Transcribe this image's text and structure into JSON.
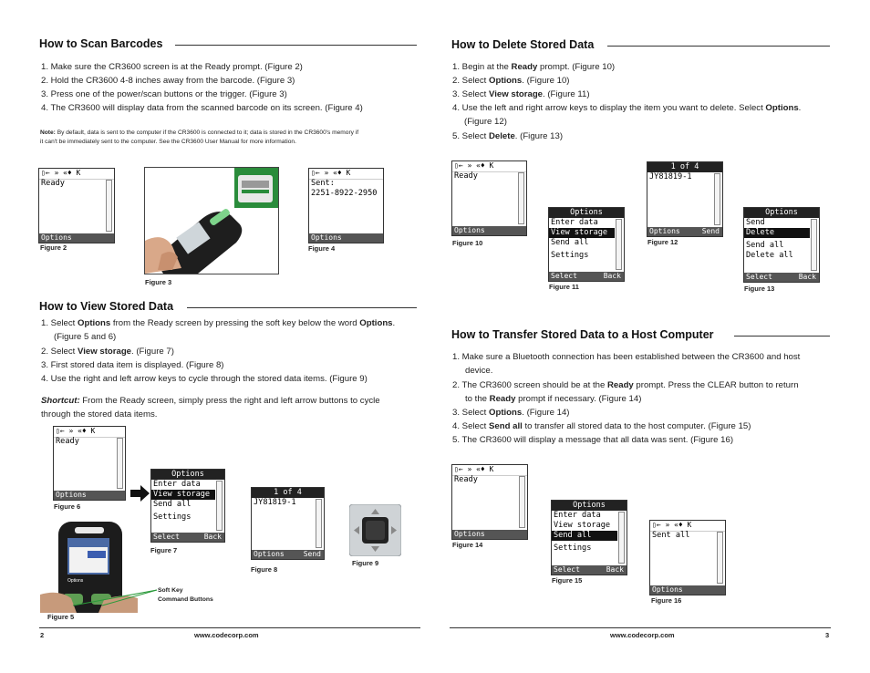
{
  "left": {
    "scan": {
      "title": "How to Scan Barcodes",
      "steps": [
        "1.  Make sure the CR3600 screen is at the Ready prompt. (Figure 2)",
        "2.  Hold the CR3600 4-8 inches away from the barcode. (Figure 3)",
        "3.  Press one of the power/scan buttons or the trigger. (Figure 3)",
        "4.  The CR3600 will display data from the scanned barcode on its screen. (Figure 4)"
      ],
      "note_label": "Note:",
      "note_line1": " By default, data is sent to the computer if the CR3600 is connected to it; data is stored in the CR3600's memory if",
      "note_line2": "it can't be immediately sent to the computer.  See the CR3600 User Manual for more information."
    },
    "view": {
      "title": "How to View Stored Data",
      "step1_a": "1.  Select ",
      "step1_b": "Options",
      "step1_c": " from the Ready screen by pressing the soft key below the word ",
      "step1_d": "Options",
      "step1_e": ".",
      "step1_cont": "(Figure 5 and 6)",
      "step2_a": "2.  Select ",
      "step2_b": "View storage",
      "step2_c": ". (Figure 7)",
      "step3": "3.  First stored data item is displayed. (Figure 8)",
      "step4": "4.  Use the right and left arrow keys to cycle through the stored data items.  (Figure 9)",
      "shortcut_label": "Shortcut:",
      "shortcut_text": "  From the Ready screen, simply press the right and left arrow buttons to cycle",
      "shortcut_cont": "through the stored data items.",
      "softkey_line1": "Soft Key",
      "softkey_line2": "Command Buttons"
    },
    "footer_page": "2",
    "footer_url": "www.codecorp.com"
  },
  "right": {
    "delete": {
      "title": "How to Delete Stored Data",
      "s1_a": "1.  Begin at the ",
      "s1_b": "Ready",
      "s1_c": " prompt. (Figure 10)",
      "s2_a": "2.  Select ",
      "s2_b": "Options",
      "s2_c": ". (Figure 10)",
      "s3_a": "3.  Select ",
      "s3_b": "View storage",
      "s3_c": ". (Figure 11)",
      "s4_a": "4.  Use the left and right arrow keys to display the item you want to delete.  Select ",
      "s4_b": "Options",
      "s4_c": ".",
      "s4_cont": "(Figure 12)",
      "s5_a": "5.  Select ",
      "s5_b": "Delete",
      "s5_c": ". (Figure 13)"
    },
    "transfer": {
      "title": "How to Transfer Stored Data to a Host Computer",
      "s1": "1.  Make sure a Bluetooth connection has been established between the CR3600 and host",
      "s1_cont": "device.",
      "s2_a": "2.  The CR3600 screen should be at the ",
      "s2_b": "Ready",
      "s2_c": " prompt.  Press the CLEAR button to return",
      "s2_cont_a": "to the ",
      "s2_cont_b": "Ready",
      "s2_cont_c": " prompt if necessary. (Figure 14)",
      "s3_a": "3.  Select ",
      "s3_b": "Options",
      "s3_c": ". (Figure 14)",
      "s4_a": "4.  Select ",
      "s4_b": "Send all",
      "s4_c": " to transfer all stored data to the host computer. (Figure 15)",
      "s5": "5.  The CR3600 will display a message that all data was sent. (Figure 16)"
    },
    "footer_page": "3",
    "footer_url": "www.codecorp.com"
  },
  "figures": {
    "f2": "Figure 2",
    "f3": "Figure 3",
    "f4": "Figure 4",
    "f5": "Figure 5",
    "f6": "Figure 6",
    "f7": "Figure 7",
    "f8": "Figure 8",
    "f9": "Figure 9",
    "f10": "Figure 10",
    "f11": "Figure 11",
    "f12": "Figure 12",
    "f13": "Figure 13",
    "f14": "Figure 14",
    "f15": "Figure 15",
    "f16": "Figure 16"
  },
  "lcd": {
    "status": "▯← » «♦ K",
    "ready": "Ready",
    "options": "Options",
    "sent": "Sent:",
    "barcode": "2251-8922-2950",
    "enter_data": "Enter data",
    "view_storage": "View storage",
    "send_all": "Send all",
    "settings": "Settings",
    "select": "Select",
    "back": "Back",
    "one_of_four": "1 of 4",
    "item": "JY81819-1",
    "send": "Send",
    "send_item": "Send",
    "delete": "Delete",
    "delete_all": "Delete all",
    "sent_all": "Sent all",
    "device_options": "Options"
  }
}
